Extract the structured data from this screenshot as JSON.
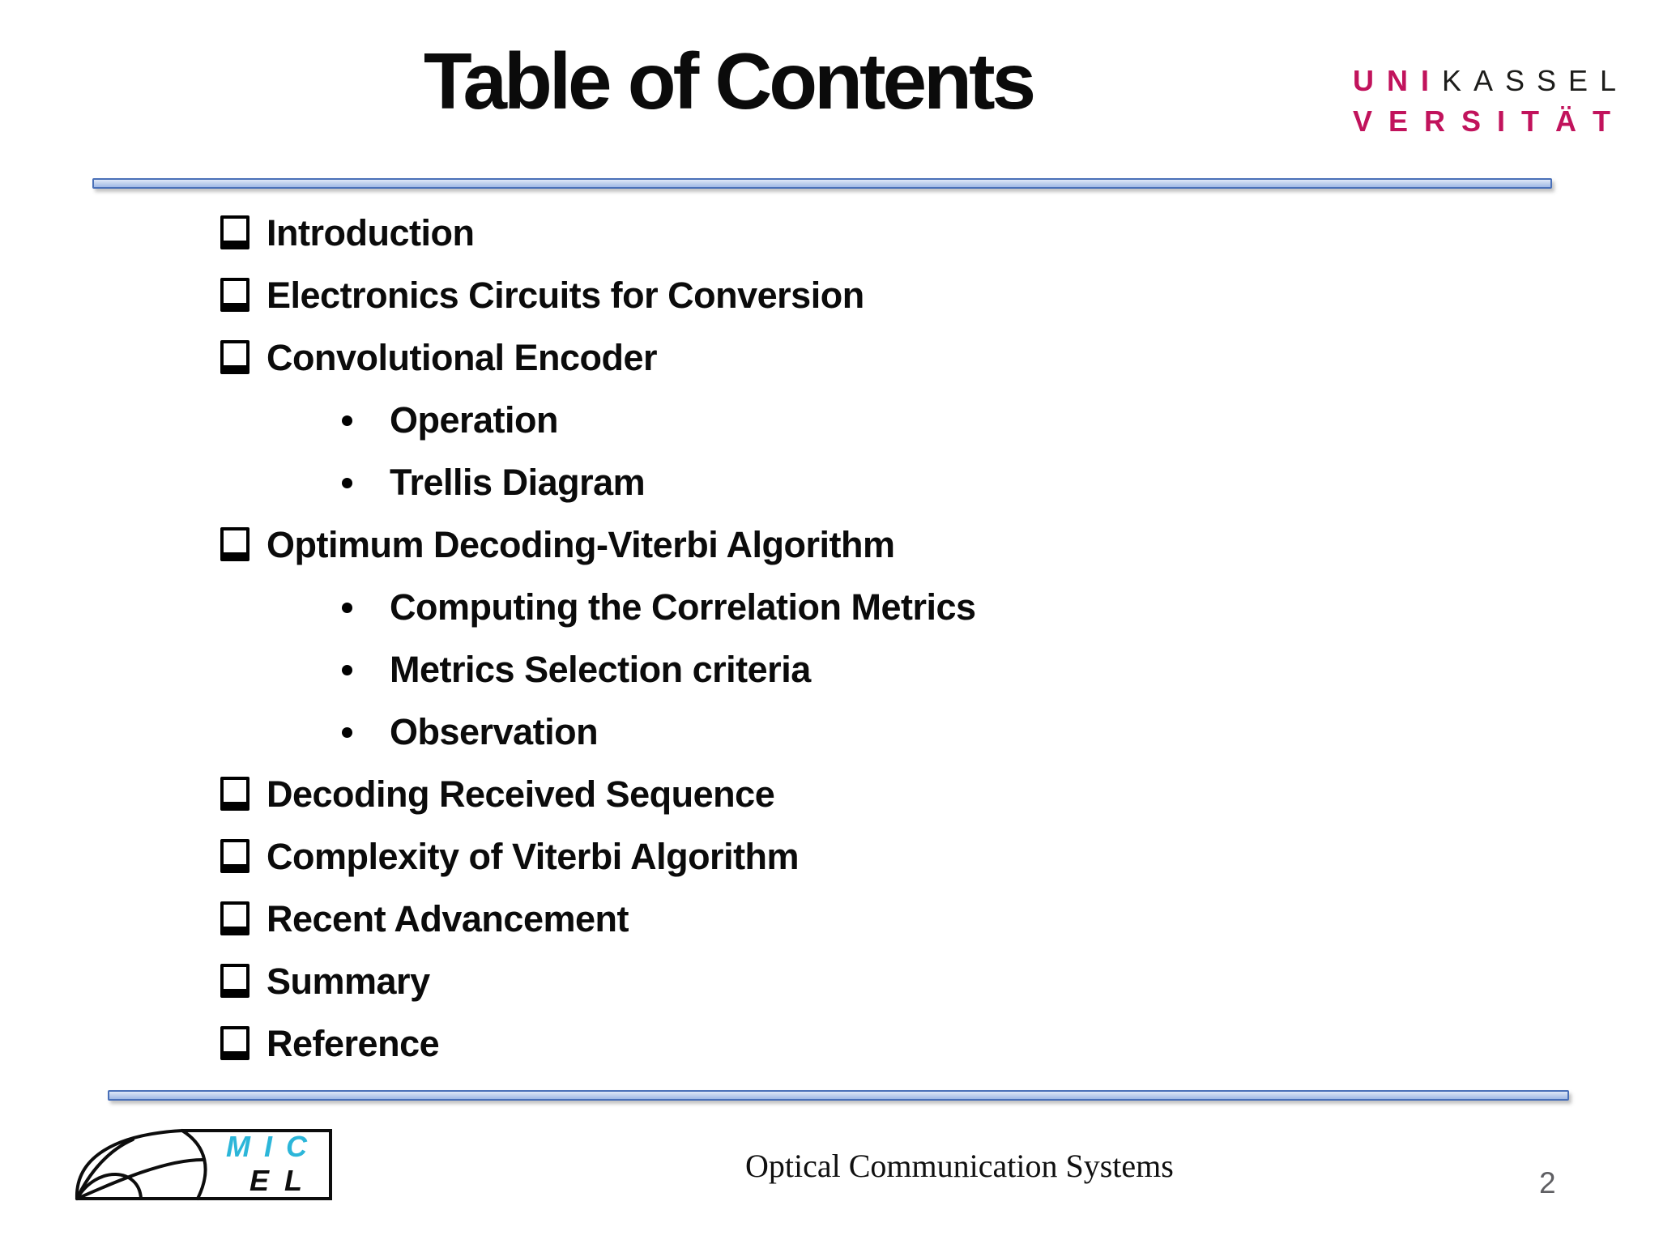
{
  "slide": {
    "title": "Table of Contents",
    "footer_text": "Optical Communication Systems",
    "page_number": "2"
  },
  "university_logo": {
    "uni": "UNI",
    "kassel": "KASSEL",
    "versitat": "VERSITÄT"
  },
  "micel_logo": {
    "line1": "MIC",
    "line2": "EL"
  },
  "toc": {
    "items": [
      {
        "label": "Introduction",
        "level": 0
      },
      {
        "label": "Electronics Circuits for Conversion",
        "level": 0
      },
      {
        "label": "Convolutional Encoder",
        "level": 0
      },
      {
        "label": "Operation",
        "level": 1
      },
      {
        "label": "Trellis Diagram",
        "level": 1
      },
      {
        "label": "Optimum Decoding-Viterbi Algorithm",
        "level": 0
      },
      {
        "label": "Computing the Correlation Metrics",
        "level": 1
      },
      {
        "label": "Metrics Selection criteria",
        "level": 1
      },
      {
        "label": "Observation",
        "level": 1
      },
      {
        "label": "Decoding Received Sequence",
        "level": 0
      },
      {
        "label": "Complexity of Viterbi Algorithm",
        "level": 0
      },
      {
        "label": "Recent Advancement",
        "level": 0
      },
      {
        "label": "Summary",
        "level": 0
      },
      {
        "label": "Reference",
        "level": 0
      }
    ]
  },
  "colors": {
    "accent_magenta": "#c1135c",
    "kassel_black": "#1d1d1b",
    "micel_cyan": "#2cb6d9",
    "divider_border": "#4a70b8",
    "divider_fill_light": "#dfe8f7",
    "divider_fill_dark": "#9fb9e6",
    "page_gray": "#5f5f63",
    "text_black": "#0b0b0b"
  }
}
